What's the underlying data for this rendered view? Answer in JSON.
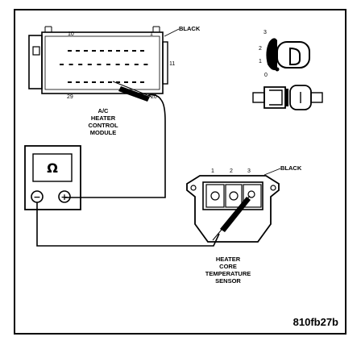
{
  "connector": {
    "color_label": "BLACK",
    "pin_top_left": "10",
    "pin_top_right": "1",
    "pin_mid_right": "11",
    "pin_bottom_left": "29",
    "pin_bottom_right": "20"
  },
  "module_label": [
    "A/C",
    "HEATER",
    "CONTROL",
    "MODULE"
  ],
  "ignition": {
    "positions": [
      "3",
      "2",
      "1",
      "0"
    ]
  },
  "meter": {
    "symbol": "Ω",
    "neg_symbol": "−",
    "pos_symbol": "+"
  },
  "sensor": {
    "color_label": "BLACK",
    "pins": [
      "1",
      "2",
      "3"
    ],
    "label": [
      "HEATER",
      "CORE",
      "TEMPERATURE",
      "SENSOR"
    ]
  },
  "figure_code": "810fb27b"
}
